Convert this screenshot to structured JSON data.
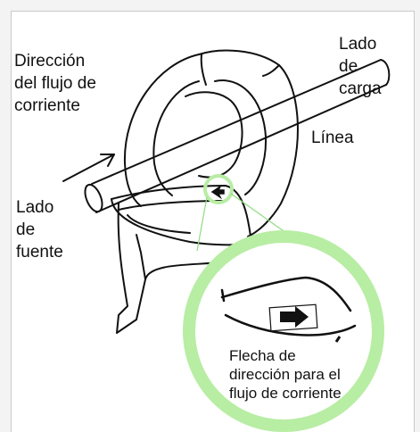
{
  "labels": {
    "direction_of_current": "Dirección\ndel flujo de\ncorriente",
    "load_side": "Lado\nde\ncarga",
    "line": "Línea",
    "source_side": "Lado\nde\nfuente",
    "arrow_callout": "Flecha de\ndirección para el\nflujo de corriente"
  },
  "colors": {
    "callout_ring": "#b8eda4",
    "callout_line": "#8fdc80",
    "outline": "#111111",
    "panel_background": "#ffffff",
    "frame_background": "#f3f3f3"
  }
}
